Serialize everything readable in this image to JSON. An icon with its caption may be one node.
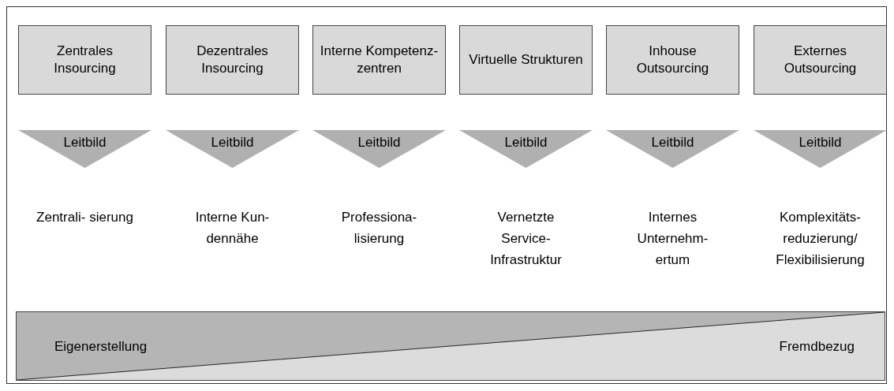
{
  "diagram": {
    "nodes": [
      {
        "text": [
          "Zentrales Insourcing"
        ]
      },
      {
        "text": [
          "Dezentrales Insourcing"
        ]
      },
      {
        "text": [
          "Interne Kompetenz- zentren"
        ]
      },
      {
        "text": [
          "Virtuelle Strukturen"
        ]
      },
      {
        "text": [
          "Inhouse Outsourcing"
        ]
      },
      {
        "text": [
          "Externes Outsourcing"
        ]
      },
      {
        "text": [
          "Leitbild"
        ]
      },
      {
        "text": [
          "Leitbild"
        ]
      },
      {
        "text": [
          "Leitbild"
        ]
      },
      {
        "text": [
          "Leitbild"
        ]
      },
      {
        "text": [
          "Leitbild"
        ]
      },
      {
        "text": [
          "Leitbild"
        ]
      },
      {
        "text": [
          "Eigenerstellung",
          "Fremdbezug"
        ]
      }
    ],
    "edges": [],
    "labels": [
      "Zentrali- sierung",
      "Interne Kun- dennähe",
      "Professiona- lisierung",
      "Vernetzte Service- Infrastruktur",
      "Internes Unternehm- ertum",
      "Komplexitäts- reduzierung/ Flexibilisierung"
    ]
  }
}
